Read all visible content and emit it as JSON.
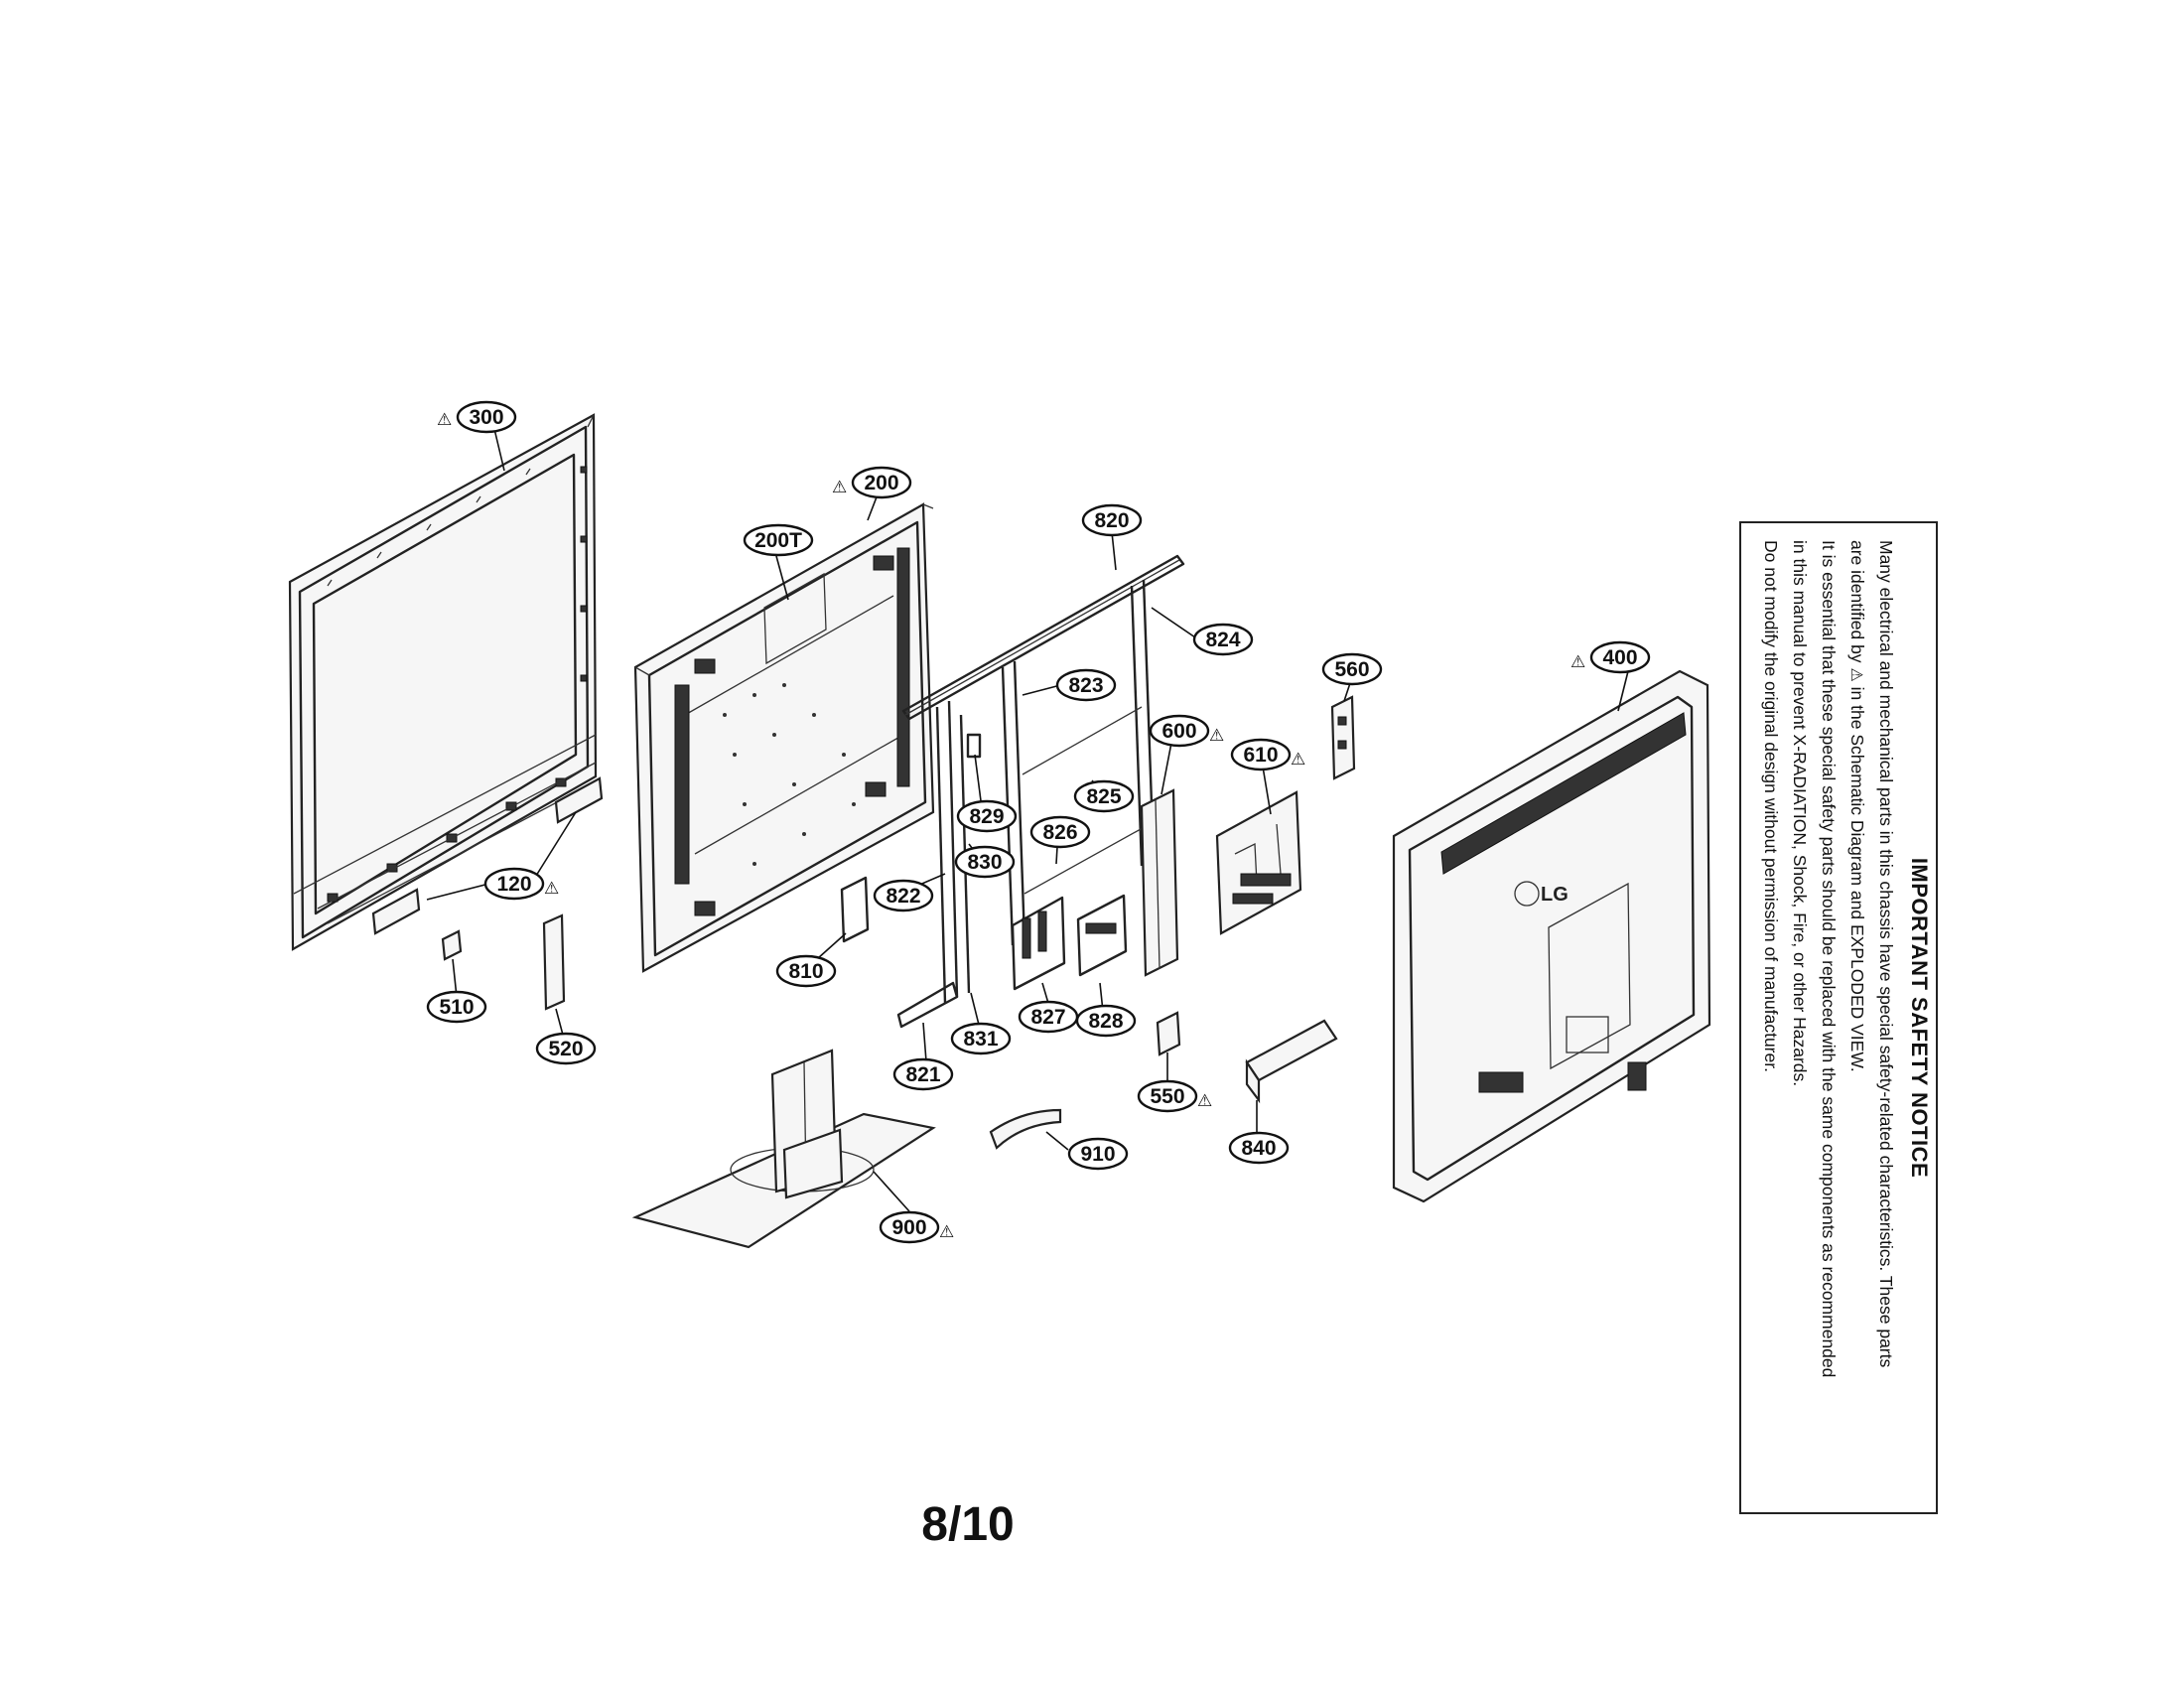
{
  "page": {
    "number": "8/10"
  },
  "warning_symbol": "⚠",
  "notice": {
    "title": "IMPORTANT SAFETY NOTICE",
    "lines": [
      "Many electrical and mechanical parts in this chassis have special safety-related characteristics. These parts",
      "are identified by",
      "in the Schematic Diagram and EXPLODED VIEW.",
      "It is essential that these special safety parts should be replaced with the same components as recommended",
      "in this manual to prevent X-RADIATION, Shock, Fire, or other Hazards.",
      "Do not modify the original design without permission of manufacturer."
    ]
  },
  "parts": [
    {
      "id": "300",
      "label": "300",
      "warn": true
    },
    {
      "id": "200",
      "label": "200",
      "warn": true
    },
    {
      "id": "200T",
      "label": "200T",
      "warn": false
    },
    {
      "id": "820",
      "label": "820",
      "warn": false
    },
    {
      "id": "824",
      "label": "824",
      "warn": false
    },
    {
      "id": "823",
      "label": "823",
      "warn": false
    },
    {
      "id": "825",
      "label": "825",
      "warn": false
    },
    {
      "id": "829",
      "label": "829",
      "warn": false
    },
    {
      "id": "830",
      "label": "830",
      "warn": false
    },
    {
      "id": "826",
      "label": "826",
      "warn": false
    },
    {
      "id": "822",
      "label": "822",
      "warn": false
    },
    {
      "id": "810",
      "label": "810",
      "warn": false
    },
    {
      "id": "831",
      "label": "831",
      "warn": false
    },
    {
      "id": "827",
      "label": "827",
      "warn": false
    },
    {
      "id": "828",
      "label": "828",
      "warn": false
    },
    {
      "id": "821",
      "label": "821",
      "warn": false
    },
    {
      "id": "600",
      "label": "600",
      "warn": true
    },
    {
      "id": "610",
      "label": "610",
      "warn": true
    },
    {
      "id": "560",
      "label": "560",
      "warn": false
    },
    {
      "id": "400",
      "label": "400",
      "warn": true
    },
    {
      "id": "120",
      "label": "120",
      "warn": true
    },
    {
      "id": "510",
      "label": "510",
      "warn": false
    },
    {
      "id": "520",
      "label": "520",
      "warn": false
    },
    {
      "id": "550",
      "label": "550",
      "warn": true
    },
    {
      "id": "840",
      "label": "840",
      "warn": false
    },
    {
      "id": "910",
      "label": "910",
      "warn": false
    },
    {
      "id": "900",
      "label": "900",
      "warn": true
    }
  ],
  "brand_logo": "LG"
}
